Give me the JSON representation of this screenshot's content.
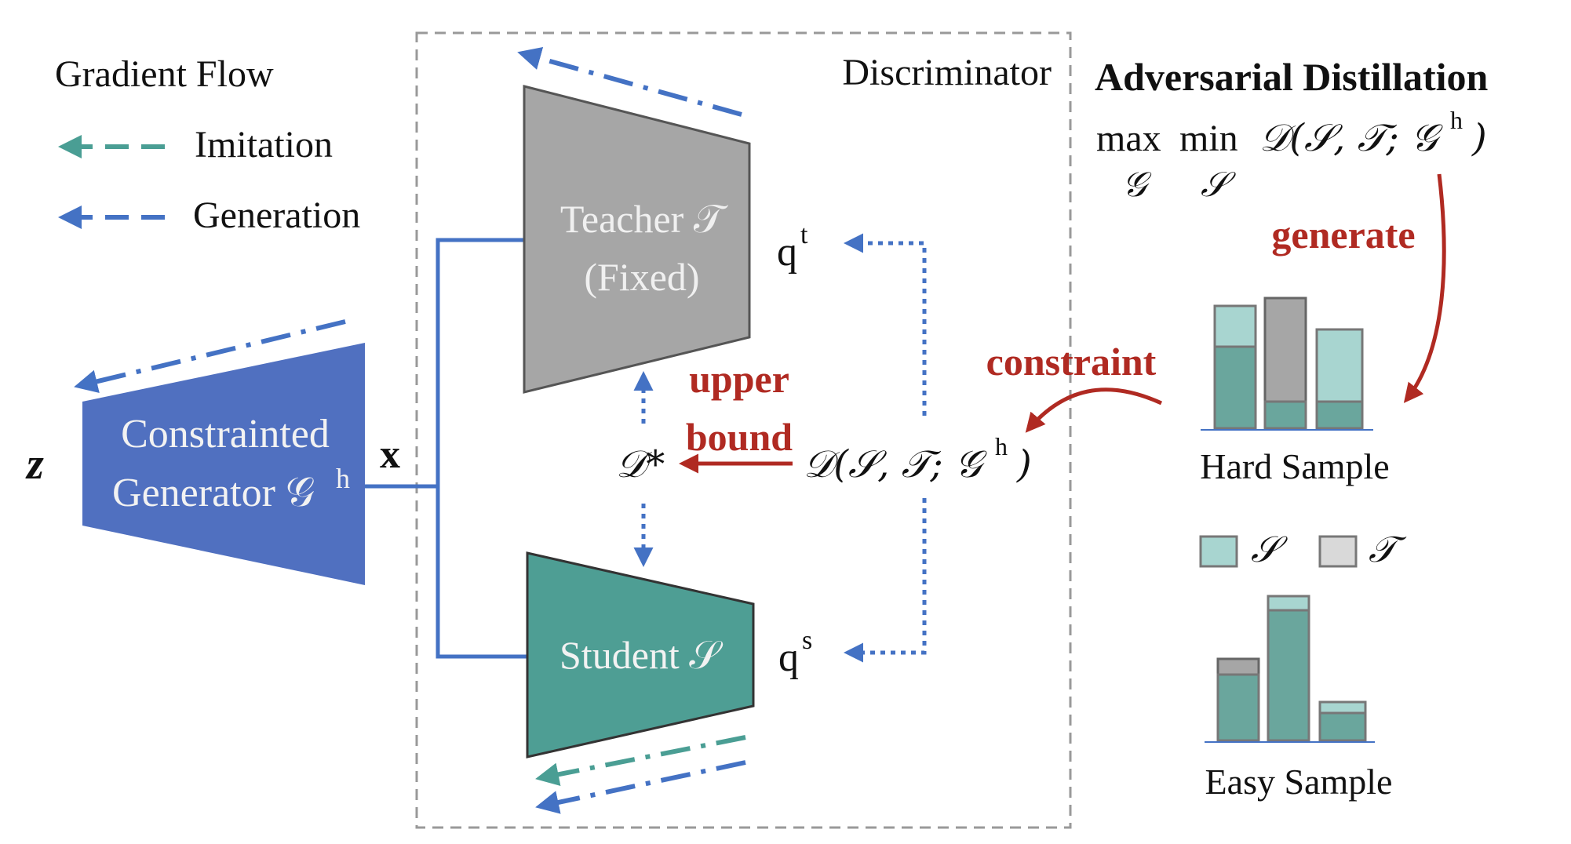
{
  "legend": {
    "title": "Gradient Flow",
    "imitation_label": "Imitation",
    "generation_label": "Generation",
    "imitation_color": "#4a9e94",
    "generation_color": "#4472c4"
  },
  "discriminator": {
    "label": "Discriminator"
  },
  "generator": {
    "line1": "Constrainted",
    "line2": "Generator 𝒢",
    "sup": "h",
    "color": "#5070c0"
  },
  "teacher": {
    "line1": "Teacher 𝒯",
    "line2": "(Fixed)",
    "color": "#a6a6a6"
  },
  "student": {
    "label": "Student 𝒮",
    "color": "#4e9e94"
  },
  "input_z": "z",
  "input_x": "x",
  "q_t": {
    "base": "q",
    "sup": "t"
  },
  "q_s": {
    "base": "q",
    "sup": "s"
  },
  "d_star": "𝒟*",
  "d_expr": {
    "pre": "𝒟(𝒮, 𝒯; 𝒢",
    "sup": "h",
    "post": ")"
  },
  "upper_bound": {
    "line1": "upper",
    "line2": "bound"
  },
  "adversarial": {
    "title": "Adversarial Distillation",
    "max": "max",
    "min": "min",
    "max_sub": "𝒢",
    "min_sub": "𝒮",
    "expr_pre": "𝒟(𝒮, 𝒯; 𝒢",
    "expr_sup": "h",
    "expr_post": ")"
  },
  "generate_label": "generate",
  "constraint_label": "constraint",
  "accent_red": "#b02a22",
  "bar_legend": {
    "s_label": "𝒮",
    "t_label": "𝒯",
    "s_color": "#a8d5d0",
    "t_color": "#d9d9d9"
  },
  "hard_sample": {
    "label": "Hard Sample"
  },
  "easy_sample": {
    "label": "Easy Sample"
  }
}
